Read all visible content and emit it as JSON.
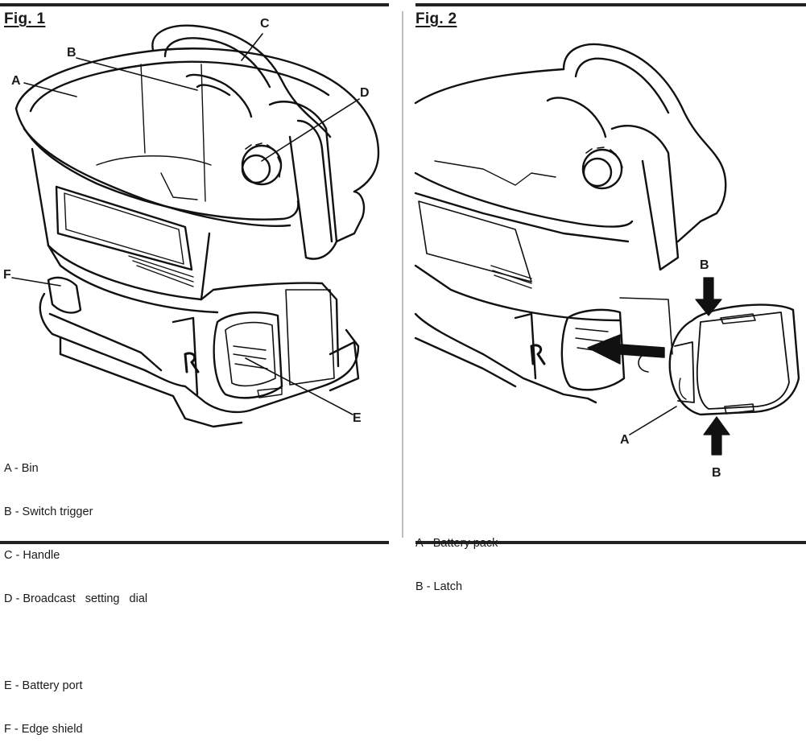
{
  "figures": [
    {
      "title": "Fig. 1",
      "callouts": [
        "A",
        "B",
        "C",
        "D",
        "E",
        "F"
      ],
      "legend": [
        "A - Bin",
        "B - Switch trigger",
        "C - Handle",
        "D - Broadcast   setting   dial",
        "E - Battery port",
        "F - Edge shield"
      ]
    },
    {
      "title": "Fig. 2",
      "callouts": [
        "B",
        "A",
        "B"
      ],
      "legend": [
        "A - Battery pack",
        "B - Latch"
      ]
    }
  ]
}
